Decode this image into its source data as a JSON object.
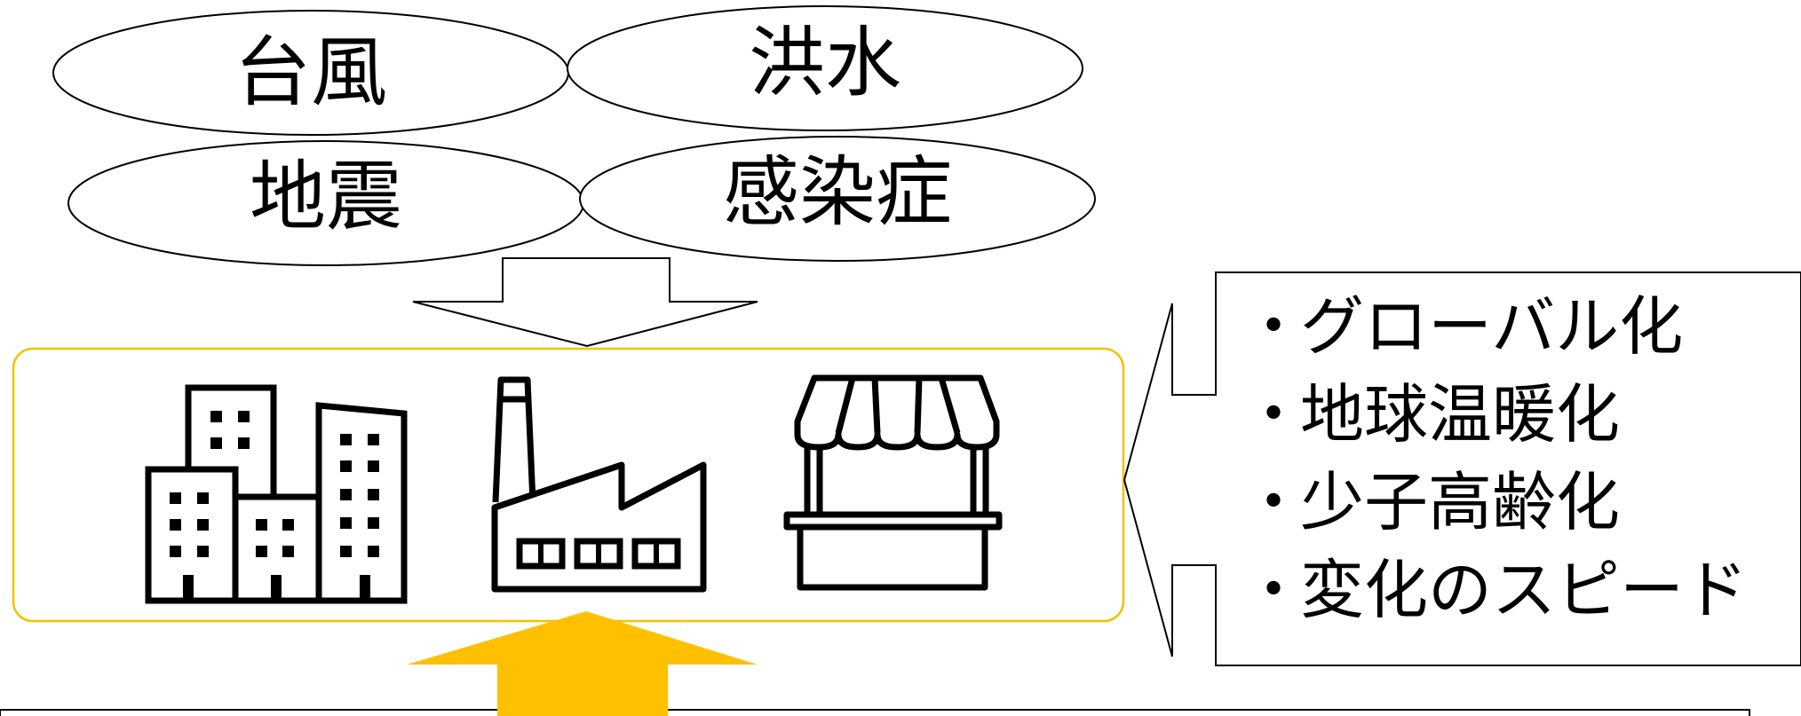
{
  "hazards": [
    {
      "label": "台風"
    },
    {
      "label": "洪水"
    },
    {
      "label": "地震"
    },
    {
      "label": "感染症"
    }
  ],
  "bullet_marker": "・",
  "trends": [
    {
      "label": "グローバル化"
    },
    {
      "label": "地球温暖化"
    },
    {
      "label": "少子高齢化"
    },
    {
      "label": "変化のスピード"
    }
  ],
  "icons": [
    "office-buildings-icon",
    "factory-icon",
    "shop-icon"
  ],
  "colors": {
    "accent": "#FFC000",
    "frame": "#F2C200",
    "stroke": "#000000"
  }
}
